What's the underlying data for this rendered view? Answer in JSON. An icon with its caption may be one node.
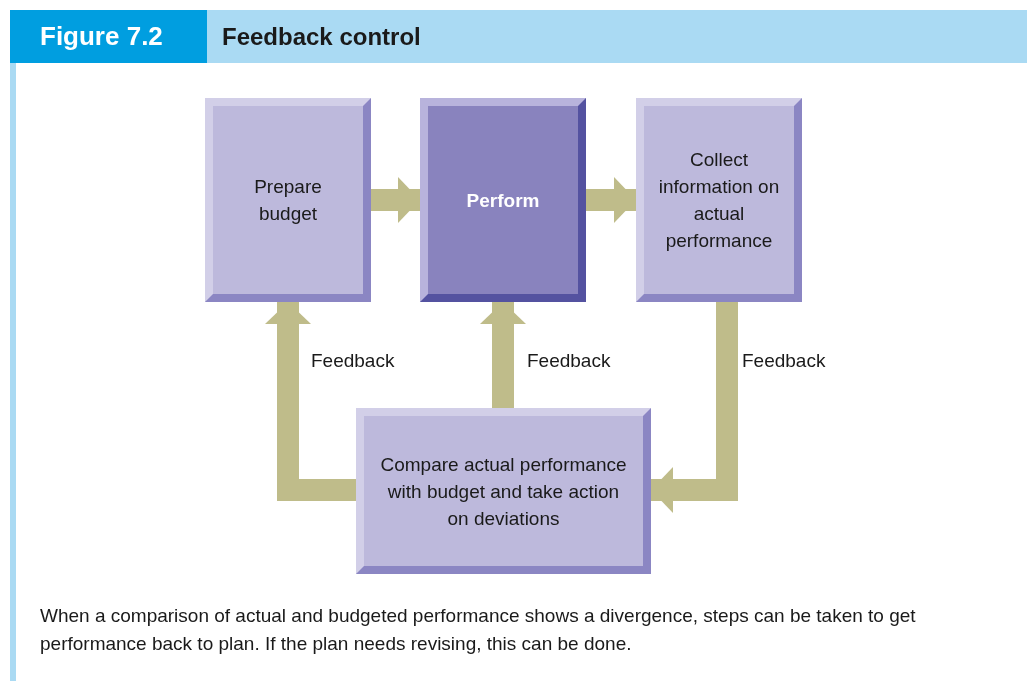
{
  "diagram": {
    "title": "Feedback control",
    "nodes": [
      {
        "text": [
          "Prepare budget"
        ]
      },
      {
        "text": [
          "Perform"
        ]
      },
      {
        "text": [
          "Collect information on actual performance"
        ]
      },
      {
        "text": [
          "Compare actual performance with budget and take action on deviations"
        ]
      }
    ],
    "edges": [
      {
        "from": 0,
        "to": 1,
        "arrow": "to"
      },
      {
        "from": 1,
        "to": 2,
        "arrow": "to"
      },
      {
        "from": 2,
        "to": 3,
        "arrow": "to",
        "label": "Feedback"
      },
      {
        "from": 3,
        "to": 0,
        "arrow": "to",
        "label": "Feedback"
      },
      {
        "from": 3,
        "to": 1,
        "arrow": "to",
        "label": "Feedback"
      }
    ],
    "labels": [
      "Figure 7.2"
    ],
    "caption": "When a comparison of actual and budgeted performance shows a divergence, steps can be taken to get performance back to plan. If the plan needs revising, this can be done."
  }
}
